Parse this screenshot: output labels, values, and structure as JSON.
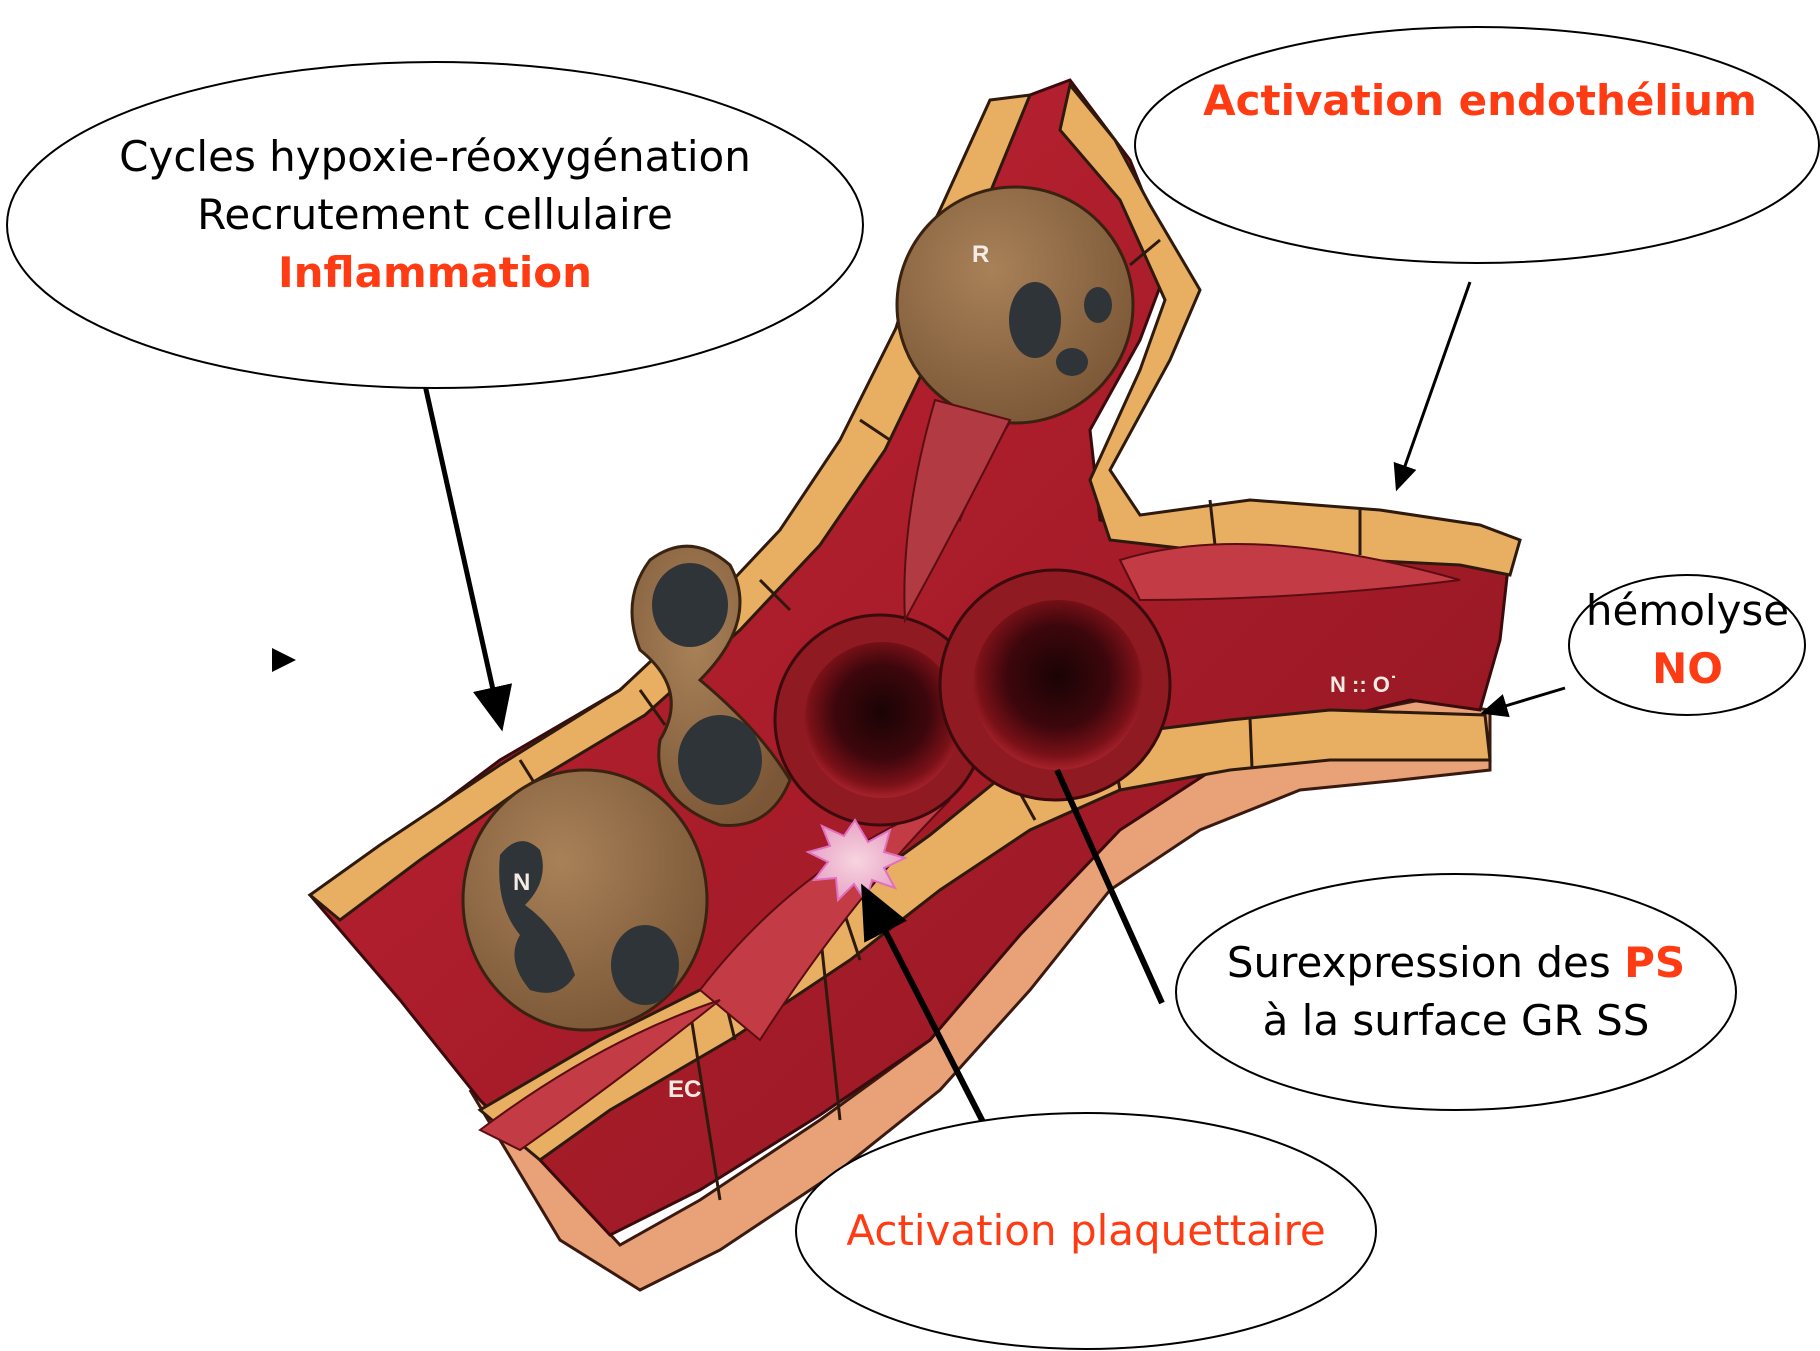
{
  "bubbles": {
    "inflammation": {
      "line1": "Cycles hypoxie-réoxygénation",
      "line2": "Recrutement cellulaire",
      "line3": "Inflammation"
    },
    "endothelium": {
      "label": "Activation endothélium"
    },
    "hemolyse": {
      "line1": "hémolyse",
      "line2": "NO"
    },
    "ps": {
      "prefix": "Surexpression des ",
      "highlight": "PS",
      "line2": "à la surface GR SS"
    },
    "plaquettes": {
      "label": "Activation plaquettaire"
    }
  },
  "cell_labels": {
    "reticulocyte": "R",
    "neutrophil": "N",
    "endothelial_cell": "EC",
    "nitric_oxide": "N :: O˙"
  },
  "colors": {
    "highlight_red": "#ff3b14",
    "vessel_wall": "#e7a85c",
    "vessel_lumen": "#b01c2a",
    "leukocyte": "#8e6843",
    "nucleus": "#2e3438"
  }
}
